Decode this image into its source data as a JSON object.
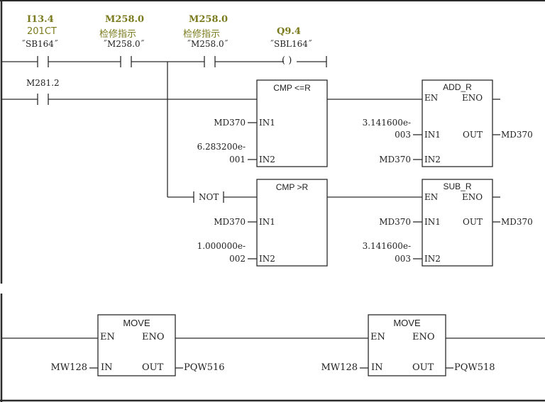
{
  "network1": {
    "contact1": {
      "address": "I13.4",
      "comment": "201CT",
      "symbol": "˝SB164˝"
    },
    "contact2": {
      "address": "M258.0",
      "comment": "检修指示",
      "symbol": "˝M258.0˝"
    },
    "contact3": {
      "address": "M258.0",
      "comment": "检修指示",
      "symbol": "˝M258.0˝"
    },
    "coil": {
      "address": "Q9.4",
      "symbol": "˝SBL164˝",
      "glyph": "( )"
    },
    "contact4": {
      "address": "M281.2"
    },
    "not_label": "NOT",
    "cmp_le": {
      "title": "CMP <=R",
      "in1_label": "IN1",
      "in2_label": "IN2",
      "in1_value": "MD370",
      "in2_value_line1": "6.283200e-",
      "in2_value_line2": "001"
    },
    "cmp_gt": {
      "title": "CMP >R",
      "in1_label": "IN1",
      "in2_label": "IN2",
      "in1_value": "MD370",
      "in2_value_line1": "1.000000e-",
      "in2_value_line2": "002"
    },
    "add_r": {
      "title": "ADD_R",
      "en": "EN",
      "eno": "ENO",
      "in1_label": "IN1",
      "in2_label": "IN2",
      "out_label": "OUT",
      "in1_value_line1": "3.141600e-",
      "in1_value_line2": "003",
      "in2_value": "MD370",
      "out_value": "MD370"
    },
    "sub_r": {
      "title": "SUB_R",
      "en": "EN",
      "eno": "ENO",
      "in1_label": "IN1",
      "in2_label": "IN2",
      "out_label": "OUT",
      "in1_value": "MD370",
      "in2_value_line1": "3.141600e-",
      "in2_value_line2": "003",
      "out_value": "MD370"
    }
  },
  "network2": {
    "move1": {
      "title": "MOVE",
      "en": "EN",
      "eno": "ENO",
      "in_label": "IN",
      "out_label": "OUT",
      "in_value": "MW128",
      "out_value": "PQW516"
    },
    "move2": {
      "title": "MOVE",
      "en": "EN",
      "eno": "ENO",
      "in_label": "IN",
      "out_label": "OUT",
      "in_value": "MW128",
      "out_value": "PQW518"
    }
  }
}
